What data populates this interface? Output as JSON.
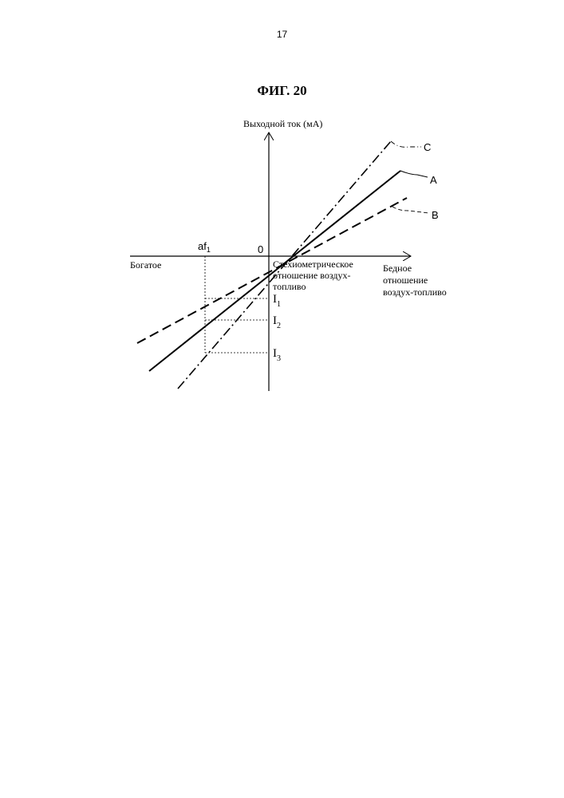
{
  "page_number": "17",
  "figure_title": "ФИГ. 20",
  "axes": {
    "y_label": "Выходной ток (мА)",
    "origin_label": "0",
    "rich_label": "Богатое",
    "stoich_label": [
      "Стехиометрическое",
      "отношение воздух-",
      "топливо"
    ],
    "lean_label": [
      "Бедное",
      "отношение",
      "воздух-топливо"
    ],
    "af_label": "af",
    "af_subscript": "1"
  },
  "current_levels": [
    {
      "label": "I",
      "subscript": "1"
    },
    {
      "label": "I",
      "subscript": "2"
    },
    {
      "label": "I",
      "subscript": "3"
    }
  ],
  "lines": [
    {
      "name": "A",
      "style": "solid"
    },
    {
      "name": "B",
      "style": "dashed"
    },
    {
      "name": "C",
      "style": "dash-dot"
    }
  ],
  "colors": {
    "ink": "#000000"
  }
}
